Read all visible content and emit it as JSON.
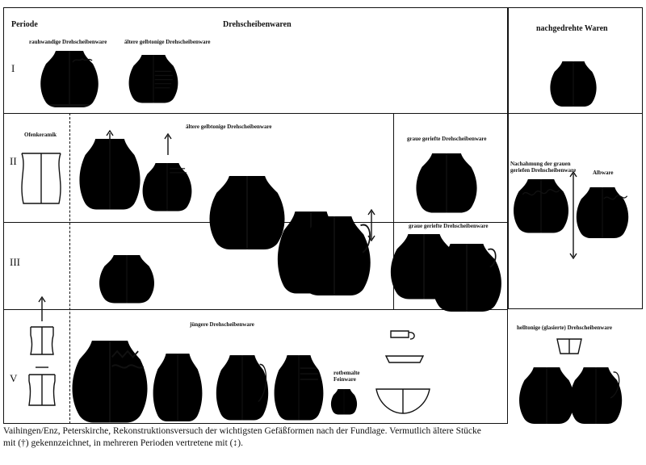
{
  "header": {
    "periode": "Periode",
    "drehscheibenwaren": "Drehscheibenwaren",
    "nachgedrehte_waren": "nachgedrehte Waren"
  },
  "periods": [
    "I",
    "II",
    "III",
    "V"
  ],
  "ware_labels": {
    "rauhwandige": "rauhwandige Drehscheibenware",
    "aeltere_gelbtonige_1": "ältere gelbtonige Drehscheibenware",
    "ofenkeramik": "Ofenkeramik",
    "aeltere_gelbtonige_2": "ältere gelbtonige Drehscheibenware",
    "graue_geriefte_1": "graue geriefte Drehscheibenware",
    "graue_geriefte_2": "graue geriefte Drehscheibenware",
    "nachahmung_1": "Nachahmung der grauen",
    "nachahmung_2": "geriefen Drehscheibenware",
    "albware": "Albware",
    "juengere": "jüngere Drehscheibenware",
    "rotbemalte_1": "rotbemalte",
    "rotbemalte_2": "Feinware",
    "helltonige": "helltonige (glasierte) Drehscheibenware"
  },
  "caption": {
    "line1": "Vaihingen/Enz, Peterskirche, Rekonstruktionsversuch der wichtigsten Gefäßformen nach der Fundlage. Vermutlich ältere Stücke",
    "line2": "mit (†) gekennzeichnet, in mehreren Perioden vertretene mit (↕)."
  }
}
